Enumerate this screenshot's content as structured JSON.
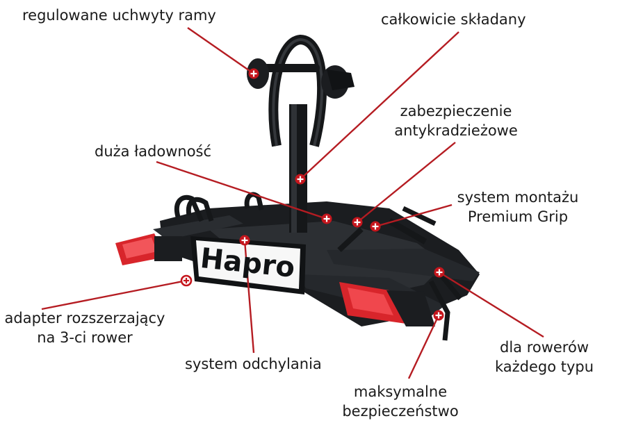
{
  "colors": {
    "accent": "#c5161d",
    "rack": "#1b1d20",
    "light_red": "#d8252b",
    "text": "#1a1a1a"
  },
  "brand": {
    "plate_text": "Hapro"
  },
  "callouts": {
    "frame_holders": "regulowane uchwyty ramy",
    "foldable": "całkowicie składany",
    "anti_theft": [
      "zabezpieczenie",
      "antykradzieżowe"
    ],
    "load_capacity": "duża ładowność",
    "mounting": [
      "system montażu",
      "Premium Grip"
    ],
    "extension": [
      "adapter rozszerzający",
      "na 3-ci rower"
    ],
    "tilt": "system odchylania",
    "bike_types": [
      "dla rowerów",
      "każdego typu"
    ],
    "safety": [
      "maksymalne",
      "bezpieczeństwo"
    ]
  }
}
